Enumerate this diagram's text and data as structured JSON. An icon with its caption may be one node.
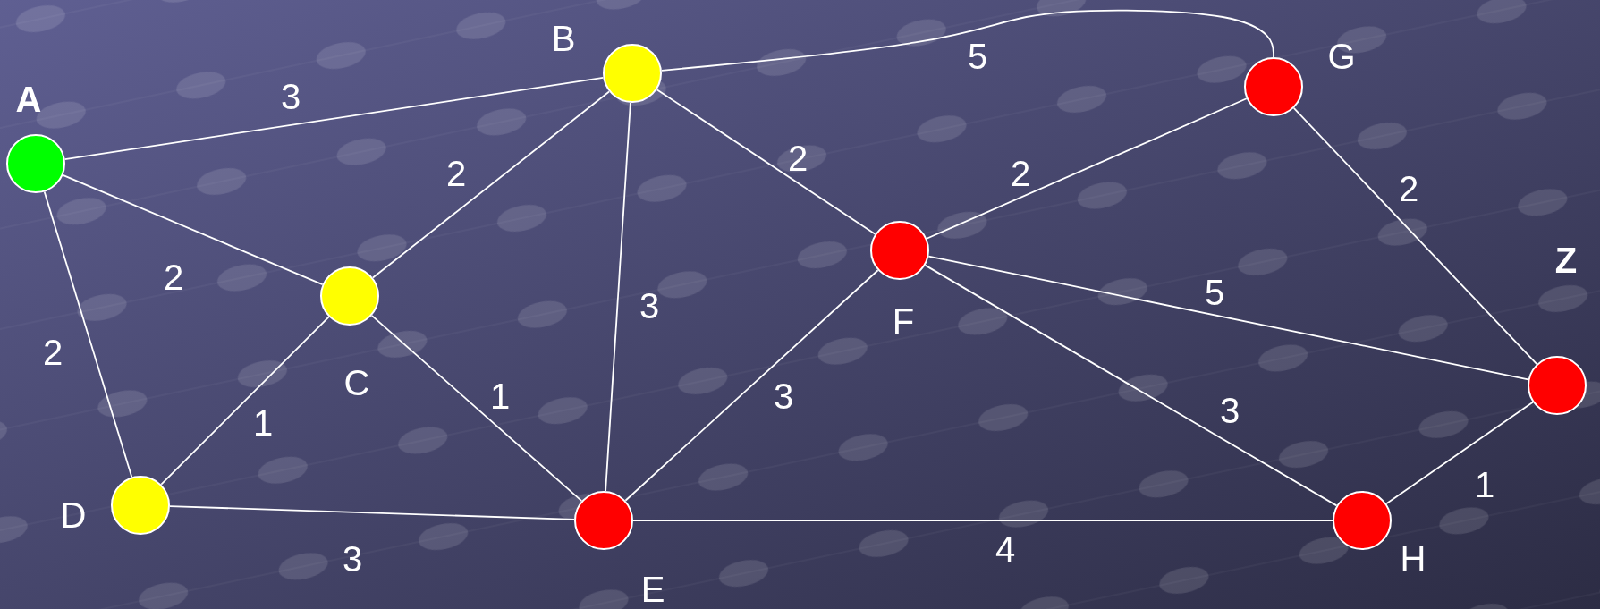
{
  "diagram": {
    "nodes": [
      {
        "text": [
          "A"
        ]
      },
      {
        "text": [
          "B"
        ]
      },
      {
        "text": [
          "C"
        ]
      },
      {
        "text": [
          "D"
        ]
      },
      {
        "text": [
          "E"
        ]
      },
      {
        "text": [
          "F"
        ]
      },
      {
        "text": [
          "G"
        ]
      },
      {
        "text": [
          "Z"
        ]
      },
      {
        "text": [
          "H"
        ]
      }
    ],
    "edges": [
      {
        "from": 0,
        "to": 1,
        "arrow": "none",
        "label": "3"
      },
      {
        "from": 0,
        "to": 2,
        "arrow": "none",
        "label": "2"
      },
      {
        "from": 0,
        "to": 3,
        "arrow": "none",
        "label": "2"
      },
      {
        "from": 1,
        "to": 2,
        "arrow": "none",
        "label": "2"
      },
      {
        "from": 1,
        "to": 4,
        "arrow": "none",
        "label": "3"
      },
      {
        "from": 1,
        "to": 5,
        "arrow": "none",
        "label": "2"
      },
      {
        "from": 1,
        "to": 6,
        "arrow": "none",
        "label": "5"
      },
      {
        "from": 2,
        "to": 3,
        "arrow": "none",
        "label": "1"
      },
      {
        "from": 2,
        "to": 4,
        "arrow": "none",
        "label": "1"
      },
      {
        "from": 3,
        "to": 4,
        "arrow": "none",
        "label": "3"
      },
      {
        "from": 4,
        "to": 5,
        "arrow": "none",
        "label": "3"
      },
      {
        "from": 4,
        "to": 8,
        "arrow": "none",
        "label": "4"
      },
      {
        "from": 5,
        "to": 6,
        "arrow": "none",
        "label": "2"
      },
      {
        "from": 5,
        "to": 7,
        "arrow": "none",
        "label": "5"
      },
      {
        "from": 5,
        "to": 8,
        "arrow": "none",
        "label": "3"
      },
      {
        "from": 6,
        "to": 7,
        "arrow": "none",
        "label": "2"
      },
      {
        "from": 8,
        "to": 7,
        "arrow": "none",
        "label": "1"
      }
    ]
  }
}
